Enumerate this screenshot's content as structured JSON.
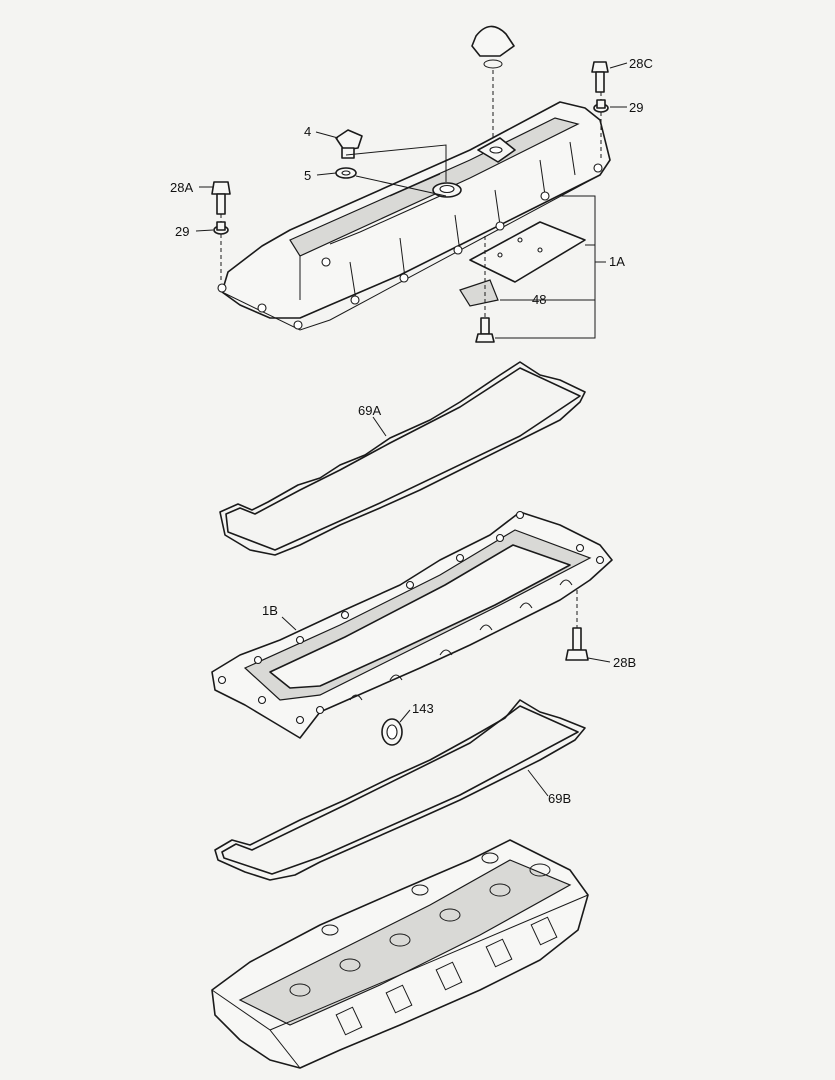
{
  "callouts": {
    "c28c": "28C",
    "c29_top": "29",
    "c4": "4",
    "c5": "5",
    "c28a": "28A",
    "c29_left": "29",
    "c1a": "1A",
    "c48": "48",
    "c69a": "69A",
    "c1b": "1B",
    "c28b": "28B",
    "c143": "143",
    "c69b": "69B"
  }
}
